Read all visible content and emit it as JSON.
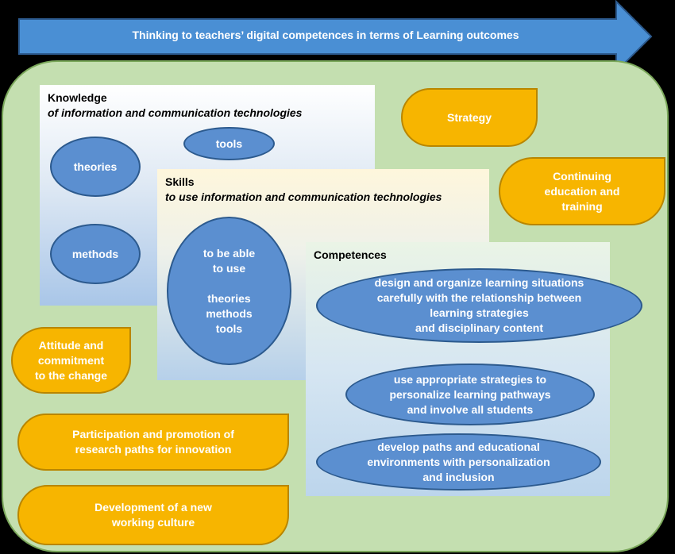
{
  "header": {
    "arrow_text": "Thinking to teachers’ digital competences in terms of Learning outcomes"
  },
  "knowledge": {
    "title": "Knowledge",
    "subtitle": "of information and communication technologies",
    "items": [
      "theories",
      "tools",
      "methods"
    ]
  },
  "skills": {
    "title": "Skills",
    "subtitle": "to use information and communication technologies",
    "item": "to be able\nto use\n\ntheories\nmethods\ntools"
  },
  "competences": {
    "title": "Competences",
    "items": [
      "design and organize learning situations\ncarefully with the relationship between\nlearning strategies\nand disciplinary content",
      "use appropriate strategies to\npersonalize learning pathways\nand involve all students",
      "develop paths and educational\nenvironments with personalization\nand inclusion"
    ]
  },
  "attitudes": {
    "strategy": "Strategy",
    "continuing_education": "Continuing\neducation and\ntraining",
    "attitude_commitment": "Attitude and\ncommitment\nto the change",
    "participation": "Participation and promotion of\nresearch paths for innovation",
    "development": "Development of a new\nworking culture"
  },
  "colors": {
    "background": "#000000",
    "panel": "#c4dfb0",
    "arrow": "#4a8fd4",
    "ellipse_blue": "#5b8fd0",
    "leaf_orange": "#f7b500"
  }
}
